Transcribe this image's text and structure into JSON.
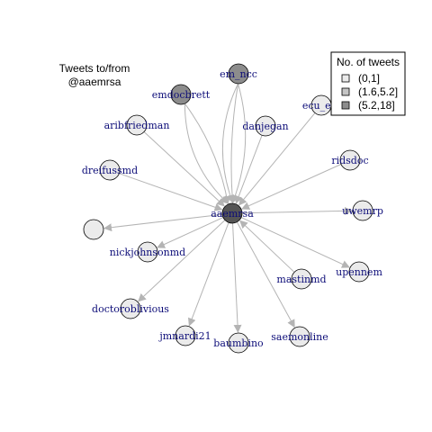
{
  "title": {
    "line1": "Tweets to/from",
    "line2": "@aaemrsa"
  },
  "legend": {
    "heading": "No. of tweets",
    "items": [
      {
        "label": "(0,1]",
        "fill": "#ebebeb"
      },
      {
        "label": "(1.6,5.2]",
        "fill": "#c4c4c4"
      },
      {
        "label": "(5.2,18]",
        "fill": "#8c8c8c"
      }
    ]
  },
  "colors": {
    "edge": "#b4b4b4",
    "label": "#0c0c78",
    "center": "#555555",
    "bin1": "#ebebeb",
    "bin2": "#c4c4c4",
    "bin3": "#8c8c8c"
  },
  "center": {
    "label": "aaemrsa"
  },
  "nodes": [
    {
      "id": "em_ncc",
      "label": "em_ncc",
      "bin": 3,
      "direction": "out"
    },
    {
      "id": "emdocbrett",
      "label": "emdocbrett",
      "bin": 3,
      "direction": "out"
    },
    {
      "id": "aribfriedman",
      "label": "aribfriedman",
      "bin": 1,
      "direction": "out"
    },
    {
      "id": "danjegan",
      "label": "danjegan",
      "bin": 1,
      "direction": "out"
    },
    {
      "id": "ecu_em",
      "label": "ecu_em",
      "bin": 1,
      "direction": "out"
    },
    {
      "id": "ridsdoc",
      "label": "ridsdoc",
      "bin": 1,
      "direction": "out"
    },
    {
      "id": "dreifussmd",
      "label": "dreifussmd",
      "bin": 1,
      "direction": "out"
    },
    {
      "id": "uwemrp",
      "label": "uwemrp",
      "bin": 1,
      "direction": "in"
    },
    {
      "id": "unlabeled",
      "label": "",
      "bin": 1,
      "direction": "in"
    },
    {
      "id": "nickjohnsonmd",
      "label": "nickjohnsonmd",
      "bin": 1,
      "direction": "in"
    },
    {
      "id": "upennem",
      "label": "upennem",
      "bin": 1,
      "direction": "in"
    },
    {
      "id": "mastinmd",
      "label": "mastinmd",
      "bin": 1,
      "direction": "out"
    },
    {
      "id": "doctoroblivious",
      "label": "doctoroblivious",
      "bin": 1,
      "direction": "in"
    },
    {
      "id": "jmnardi21",
      "label": "jmnardi21",
      "bin": 1,
      "direction": "in"
    },
    {
      "id": "baumbino",
      "label": "baumbino",
      "bin": 1,
      "direction": "in"
    },
    {
      "id": "saemonline",
      "label": "saemonline",
      "bin": 1,
      "direction": "in"
    }
  ]
}
